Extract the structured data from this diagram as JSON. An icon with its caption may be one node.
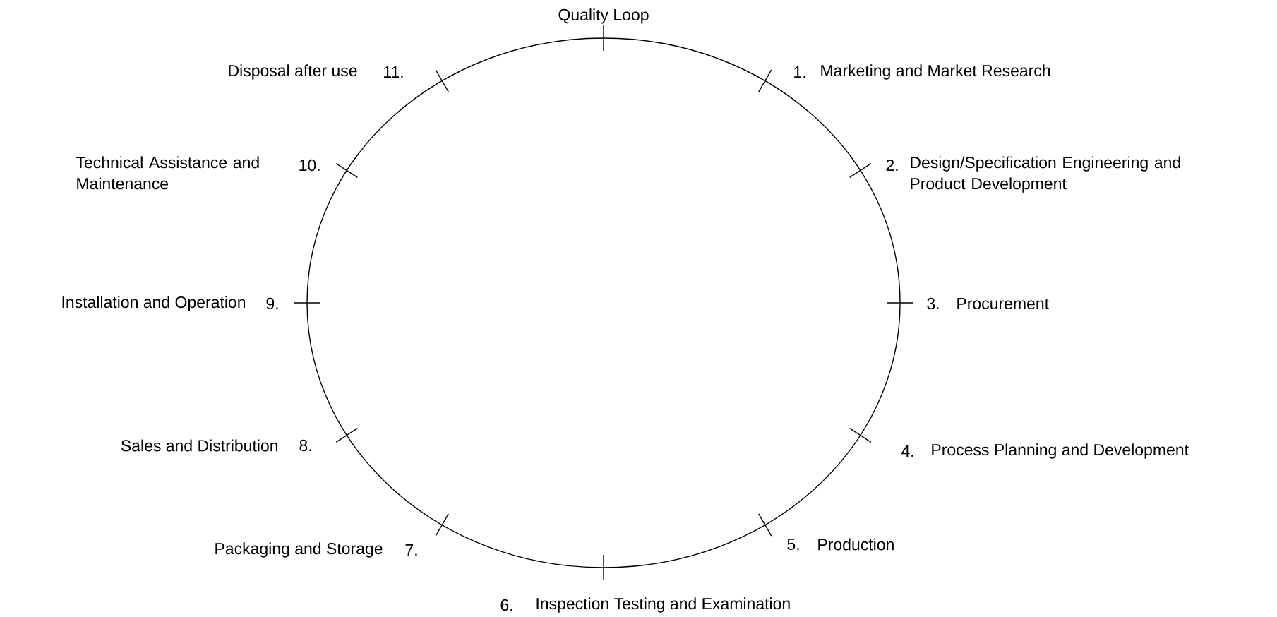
{
  "diagram": {
    "title": "Quality Loop",
    "labels": [
      "Disposal after use",
      "11.",
      "1.",
      "Marketing and Market Research",
      "Technical Assistance and Maintenance",
      "10.",
      "2.",
      "Design/Specification Engineering and Product Development",
      "Installation and Operation",
      "9.",
      "3.",
      "Procurement",
      "Sales and Distribution",
      "8.",
      "4.",
      "Process Planning and Development",
      "Packaging and Storage",
      "7.",
      "5.",
      "Production",
      "6.",
      "Inspection Testing and Examination"
    ]
  }
}
